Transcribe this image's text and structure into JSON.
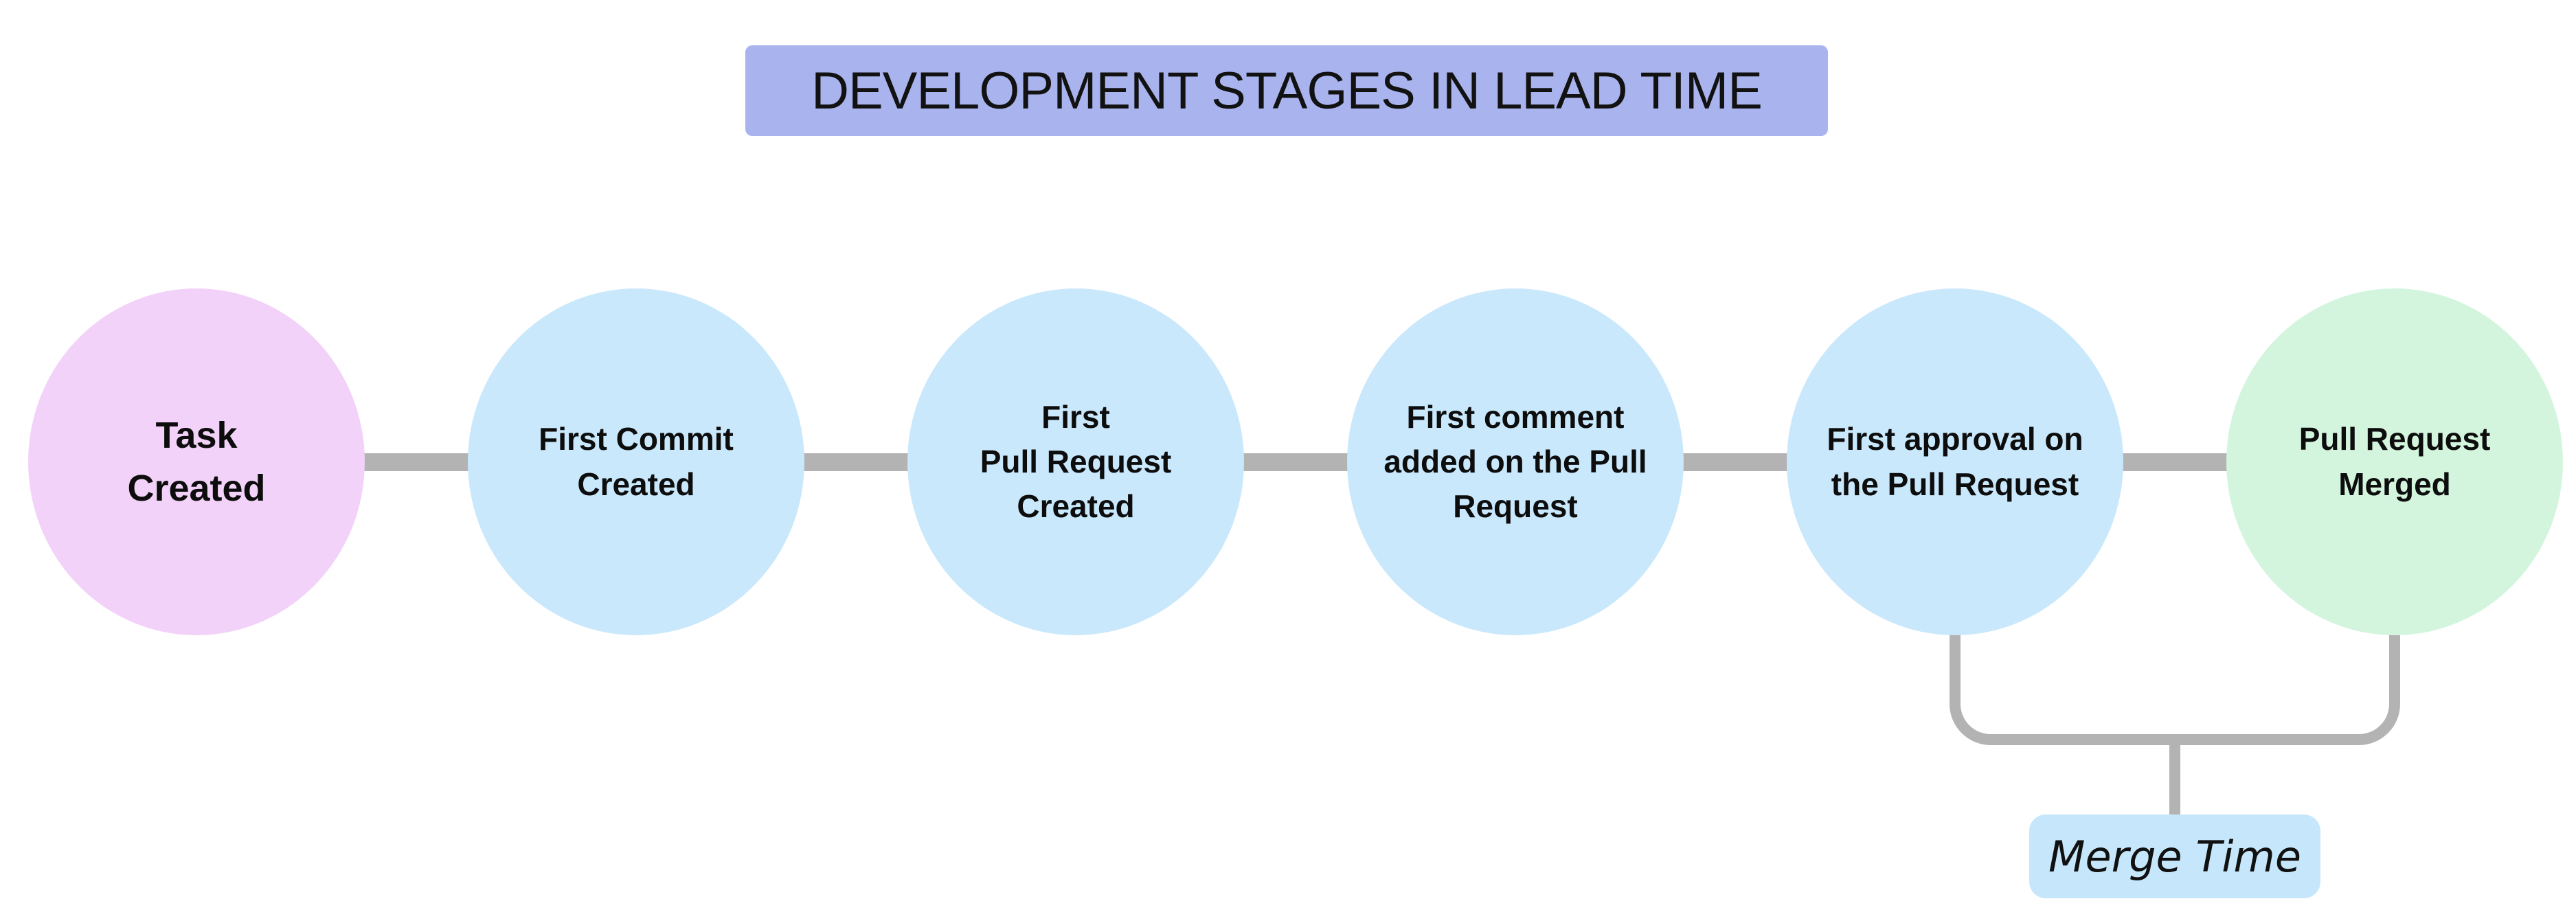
{
  "title": {
    "text": "DEVELOPMENT STAGES IN LEAD TIME",
    "bg_color": "#a9b4ef"
  },
  "connector": {
    "color": "#b3b3b3"
  },
  "stages": [
    {
      "label": "Task\nCreated",
      "fill": "#f3d2f9"
    },
    {
      "label": "First Commit\nCreated",
      "fill": "#c9e8fc"
    },
    {
      "label": "First\nPull Request\nCreated",
      "fill": "#c9e8fc"
    },
    {
      "label": "First comment\nadded on the Pull\nRequest",
      "fill": "#c9e8fc"
    },
    {
      "label": "First approval on\nthe Pull Request",
      "fill": "#c9e8fc"
    },
    {
      "label": "Pull Request\nMerged",
      "fill": "#d3f5de"
    }
  ],
  "bracket": {
    "label": "Merge Time",
    "line_color": "#b3b3b3",
    "box_fill": "#c6e7fb"
  }
}
